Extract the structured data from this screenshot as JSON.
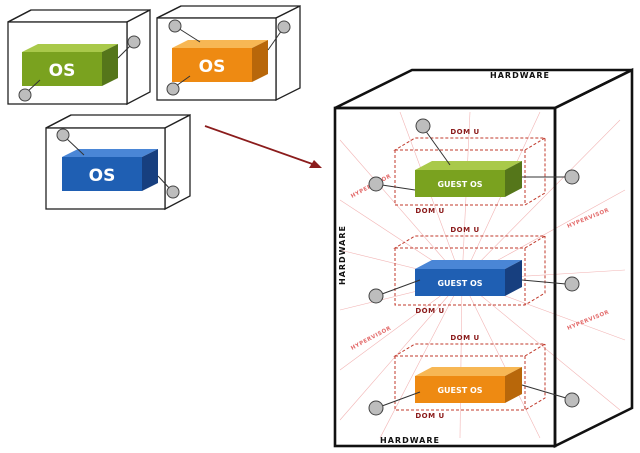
{
  "small_boxes": [
    {
      "os_label": "OS",
      "front": "#7aa21f",
      "top": "#a9c94a",
      "side": "#55761a"
    },
    {
      "os_label": "OS",
      "front": "#ee8a12",
      "top": "#f7b754",
      "side": "#b8670a"
    },
    {
      "os_label": "OS",
      "front": "#1f5fb3",
      "top": "#4a86d6",
      "side": "#173f7f"
    }
  ],
  "big_box": {
    "hardware_label": "HARDWARE",
    "dom_label": "DOM U",
    "hypervisor_label": "HYPERVISOR",
    "guests": [
      {
        "label": "GUEST OS",
        "front": "#7aa21f",
        "top": "#a9c94a",
        "side": "#55761a"
      },
      {
        "label": "GUEST OS",
        "front": "#1f5fb3",
        "top": "#4a86d6",
        "side": "#173f7f"
      },
      {
        "label": "GUEST OS",
        "front": "#ee8a12",
        "top": "#f7b754",
        "side": "#b8670a"
      }
    ]
  }
}
